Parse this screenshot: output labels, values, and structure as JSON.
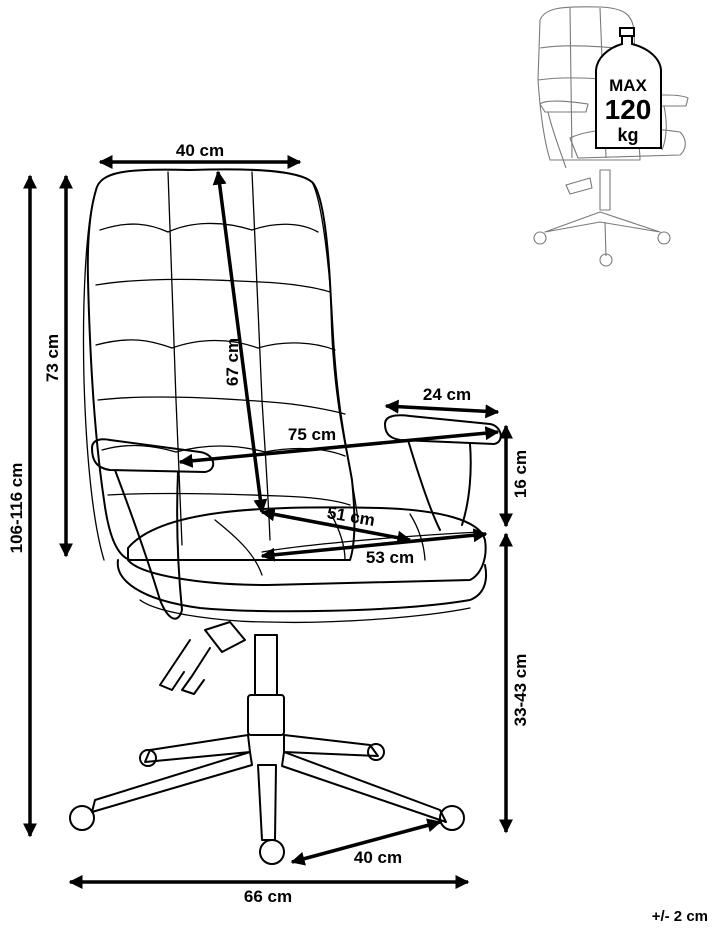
{
  "dimensions": {
    "backrest_width": "40 cm",
    "backrest_height_inner": "67 cm",
    "backrest_height_side": "73 cm",
    "total_height": "106-116 cm",
    "armrest_length": "24 cm",
    "arm_to_arm_width": "75 cm",
    "armrest_height": "16 cm",
    "seat_depth": "51 cm",
    "seat_width": "53 cm",
    "seat_height": "33-43 cm",
    "caster_distance": "40 cm",
    "base_width": "66 cm"
  },
  "tolerance": "+/- 2 cm",
  "weight_badge": {
    "line1": "MAX",
    "line2": "120",
    "line3": "kg"
  }
}
